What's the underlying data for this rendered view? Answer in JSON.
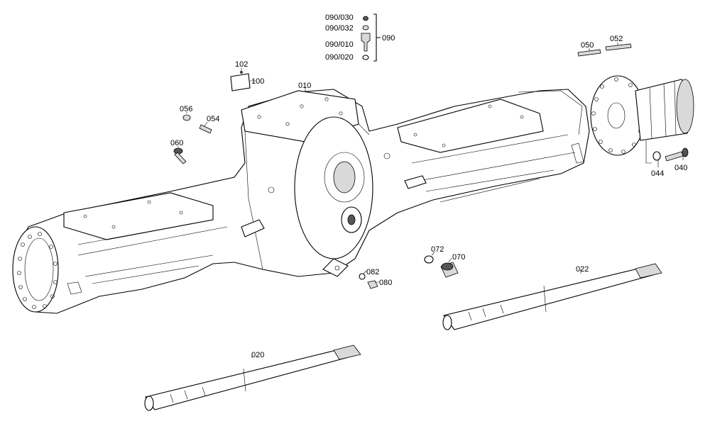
{
  "labels": {
    "p010": "010",
    "p020": "020",
    "p022": "022",
    "p040": "040",
    "p044": "044",
    "p050": "050",
    "p052": "052",
    "p054": "054",
    "p056": "056",
    "p060": "060",
    "p070": "070",
    "p072": "072",
    "p080": "080",
    "p082": "082",
    "p090": "090",
    "p090_010": "090/010",
    "p090_020": "090/020",
    "p090_030": "090/030",
    "p090_032": "090/032",
    "p100": "100",
    "p102": "102"
  }
}
